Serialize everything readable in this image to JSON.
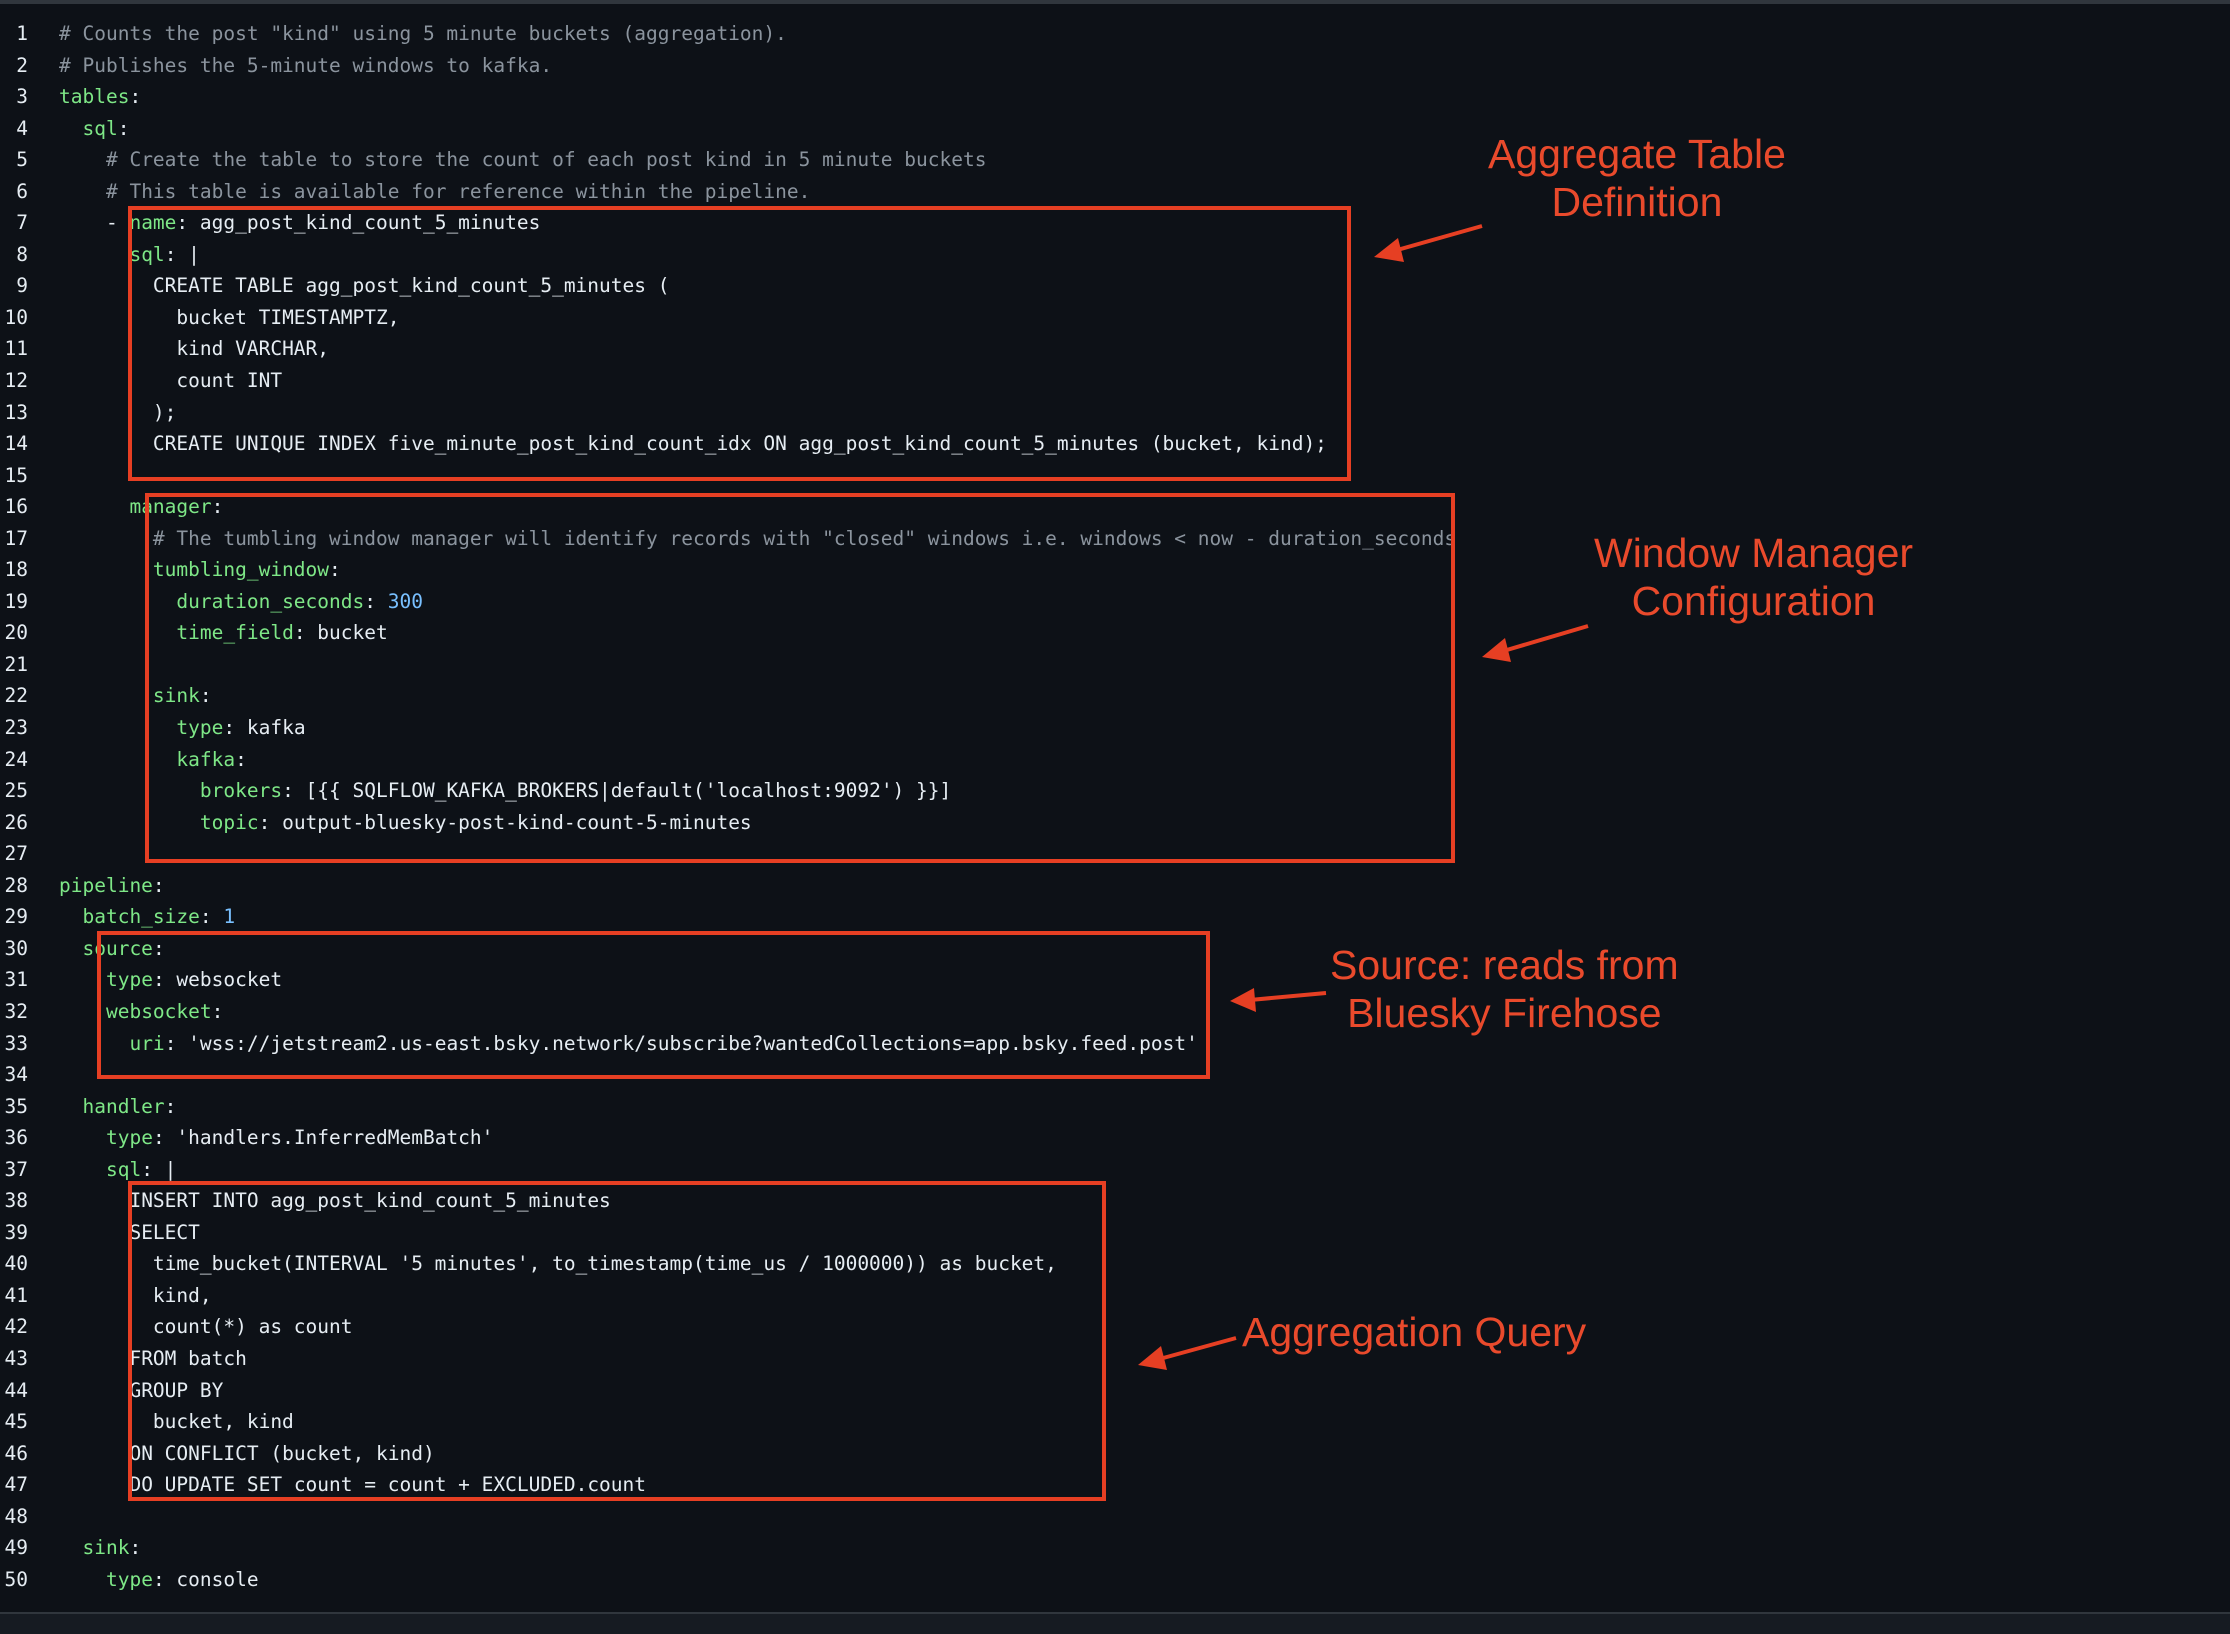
{
  "code_lines": [
    {
      "n": "1",
      "indent": "",
      "tokens": [
        {
          "c": "c",
          "t": "# Counts the post \"kind\" using 5 minute buckets (aggregation)."
        }
      ]
    },
    {
      "n": "2",
      "indent": "",
      "tokens": [
        {
          "c": "c",
          "t": "# Publishes the 5-minute windows to kafka."
        }
      ]
    },
    {
      "n": "3",
      "indent": "",
      "tokens": [
        {
          "c": "k",
          "t": "tables"
        },
        {
          "c": "t",
          "t": ":"
        }
      ]
    },
    {
      "n": "4",
      "indent": "  ",
      "tokens": [
        {
          "c": "k",
          "t": "sql"
        },
        {
          "c": "t",
          "t": ":"
        }
      ]
    },
    {
      "n": "5",
      "indent": "    ",
      "tokens": [
        {
          "c": "c",
          "t": "# Create the table to store the count of each post kind in 5 minute buckets"
        }
      ]
    },
    {
      "n": "6",
      "indent": "    ",
      "tokens": [
        {
          "c": "c",
          "t": "# This table is available for reference within the pipeline."
        }
      ]
    },
    {
      "n": "7",
      "indent": "    ",
      "tokens": [
        {
          "c": "t",
          "t": "- "
        },
        {
          "c": "k",
          "t": "name"
        },
        {
          "c": "t",
          "t": ": agg_post_kind_count_5_minutes"
        }
      ]
    },
    {
      "n": "8",
      "indent": "      ",
      "tokens": [
        {
          "c": "k",
          "t": "sql"
        },
        {
          "c": "t",
          "t": ": |"
        }
      ]
    },
    {
      "n": "9",
      "indent": "        ",
      "tokens": [
        {
          "c": "t",
          "t": "CREATE TABLE agg_post_kind_count_5_minutes ("
        }
      ]
    },
    {
      "n": "10",
      "indent": "          ",
      "tokens": [
        {
          "c": "t",
          "t": "bucket TIMESTAMPTZ,"
        }
      ]
    },
    {
      "n": "11",
      "indent": "          ",
      "tokens": [
        {
          "c": "t",
          "t": "kind VARCHAR,"
        }
      ]
    },
    {
      "n": "12",
      "indent": "          ",
      "tokens": [
        {
          "c": "t",
          "t": "count INT"
        }
      ]
    },
    {
      "n": "13",
      "indent": "        ",
      "tokens": [
        {
          "c": "t",
          "t": ");"
        }
      ]
    },
    {
      "n": "14",
      "indent": "        ",
      "tokens": [
        {
          "c": "t",
          "t": "CREATE UNIQUE INDEX five_minute_post_kind_count_idx ON agg_post_kind_count_5_minutes (bucket, kind);"
        }
      ]
    },
    {
      "n": "15",
      "indent": "",
      "tokens": []
    },
    {
      "n": "16",
      "indent": "      ",
      "tokens": [
        {
          "c": "k",
          "t": "manager"
        },
        {
          "c": "t",
          "t": ":"
        }
      ]
    },
    {
      "n": "17",
      "indent": "        ",
      "tokens": [
        {
          "c": "c",
          "t": "# The tumbling window manager will identify records with \"closed\" windows i.e. windows < now - duration_seconds"
        }
      ]
    },
    {
      "n": "18",
      "indent": "        ",
      "tokens": [
        {
          "c": "k",
          "t": "tumbling_window"
        },
        {
          "c": "t",
          "t": ":"
        }
      ]
    },
    {
      "n": "19",
      "indent": "          ",
      "tokens": [
        {
          "c": "k",
          "t": "duration_seconds"
        },
        {
          "c": "t",
          "t": ": "
        },
        {
          "c": "n",
          "t": "300"
        }
      ]
    },
    {
      "n": "20",
      "indent": "          ",
      "tokens": [
        {
          "c": "k",
          "t": "time_field"
        },
        {
          "c": "t",
          "t": ": bucket"
        }
      ]
    },
    {
      "n": "21",
      "indent": "",
      "tokens": []
    },
    {
      "n": "22",
      "indent": "        ",
      "tokens": [
        {
          "c": "k",
          "t": "sink"
        },
        {
          "c": "t",
          "t": ":"
        }
      ]
    },
    {
      "n": "23",
      "indent": "          ",
      "tokens": [
        {
          "c": "k",
          "t": "type"
        },
        {
          "c": "t",
          "t": ": kafka"
        }
      ]
    },
    {
      "n": "24",
      "indent": "          ",
      "tokens": [
        {
          "c": "k",
          "t": "kafka"
        },
        {
          "c": "t",
          "t": ":"
        }
      ]
    },
    {
      "n": "25",
      "indent": "            ",
      "tokens": [
        {
          "c": "k",
          "t": "brokers"
        },
        {
          "c": "t",
          "t": ": [{{ SQLFLOW_KAFKA_BROKERS|default('localhost:9092') }}]"
        }
      ]
    },
    {
      "n": "26",
      "indent": "            ",
      "tokens": [
        {
          "c": "k",
          "t": "topic"
        },
        {
          "c": "t",
          "t": ": output-bluesky-post-kind-count-5-minutes"
        }
      ]
    },
    {
      "n": "27",
      "indent": "",
      "tokens": []
    },
    {
      "n": "28",
      "indent": "",
      "tokens": [
        {
          "c": "k",
          "t": "pipeline"
        },
        {
          "c": "t",
          "t": ":"
        }
      ]
    },
    {
      "n": "29",
      "indent": "  ",
      "tokens": [
        {
          "c": "k",
          "t": "batch_size"
        },
        {
          "c": "t",
          "t": ": "
        },
        {
          "c": "n",
          "t": "1"
        }
      ]
    },
    {
      "n": "30",
      "indent": "  ",
      "tokens": [
        {
          "c": "k",
          "t": "source"
        },
        {
          "c": "t",
          "t": ":"
        }
      ]
    },
    {
      "n": "31",
      "indent": "    ",
      "tokens": [
        {
          "c": "k",
          "t": "type"
        },
        {
          "c": "t",
          "t": ": websocket"
        }
      ]
    },
    {
      "n": "32",
      "indent": "    ",
      "tokens": [
        {
          "c": "k",
          "t": "websocket"
        },
        {
          "c": "t",
          "t": ":"
        }
      ]
    },
    {
      "n": "33",
      "indent": "      ",
      "tokens": [
        {
          "c": "k",
          "t": "uri"
        },
        {
          "c": "t",
          "t": ": 'wss://jetstream2.us-east.bsky.network/subscribe?wantedCollections=app.bsky.feed.post'"
        }
      ]
    },
    {
      "n": "34",
      "indent": "",
      "tokens": []
    },
    {
      "n": "35",
      "indent": "  ",
      "tokens": [
        {
          "c": "k",
          "t": "handler"
        },
        {
          "c": "t",
          "t": ":"
        }
      ]
    },
    {
      "n": "36",
      "indent": "    ",
      "tokens": [
        {
          "c": "k",
          "t": "type"
        },
        {
          "c": "t",
          "t": ": 'handlers.InferredMemBatch'"
        }
      ]
    },
    {
      "n": "37",
      "indent": "    ",
      "tokens": [
        {
          "c": "k",
          "t": "sql"
        },
        {
          "c": "t",
          "t": ": |"
        }
      ]
    },
    {
      "n": "38",
      "indent": "      ",
      "tokens": [
        {
          "c": "t",
          "t": "INSERT INTO agg_post_kind_count_5_minutes"
        }
      ]
    },
    {
      "n": "39",
      "indent": "      ",
      "tokens": [
        {
          "c": "t",
          "t": "SELECT"
        }
      ]
    },
    {
      "n": "40",
      "indent": "        ",
      "tokens": [
        {
          "c": "t",
          "t": "time_bucket(INTERVAL '5 minutes', to_timestamp(time_us / 1000000)) as bucket,"
        }
      ]
    },
    {
      "n": "41",
      "indent": "        ",
      "tokens": [
        {
          "c": "t",
          "t": "kind,"
        }
      ]
    },
    {
      "n": "42",
      "indent": "        ",
      "tokens": [
        {
          "c": "t",
          "t": "count(*) as count"
        }
      ]
    },
    {
      "n": "43",
      "indent": "      ",
      "tokens": [
        {
          "c": "t",
          "t": "FROM batch"
        }
      ]
    },
    {
      "n": "44",
      "indent": "      ",
      "tokens": [
        {
          "c": "t",
          "t": "GROUP BY"
        }
      ]
    },
    {
      "n": "45",
      "indent": "        ",
      "tokens": [
        {
          "c": "t",
          "t": "bucket, kind"
        }
      ]
    },
    {
      "n": "46",
      "indent": "      ",
      "tokens": [
        {
          "c": "t",
          "t": "ON CONFLICT (bucket, kind)"
        }
      ]
    },
    {
      "n": "47",
      "indent": "      ",
      "tokens": [
        {
          "c": "t",
          "t": "DO UPDATE SET count = count + EXCLUDED.count"
        }
      ]
    },
    {
      "n": "48",
      "indent": "",
      "tokens": []
    },
    {
      "n": "49",
      "indent": "  ",
      "tokens": [
        {
          "c": "k",
          "t": "sink"
        },
        {
          "c": "t",
          "t": ":"
        }
      ]
    },
    {
      "n": "50",
      "indent": "    ",
      "tokens": [
        {
          "c": "k",
          "t": "type"
        },
        {
          "c": "t",
          "t": ": console"
        }
      ]
    }
  ],
  "annotations": {
    "aggregate_table": {
      "line1": "Aggregate Table",
      "line2": "Definition"
    },
    "window_manager": {
      "line1": "Window Manager",
      "line2": "Configuration"
    },
    "source": {
      "line1": "Source: reads from",
      "line2": "Bluesky Firehose"
    },
    "aggregation_query": {
      "line1": "Aggregation Query"
    }
  },
  "colors": {
    "background": "#0d1117",
    "comment": "#8b949e",
    "key": "#7ee787",
    "number": "#79c0ff",
    "text": "#e6edf3",
    "annotation": "#e63f23"
  }
}
